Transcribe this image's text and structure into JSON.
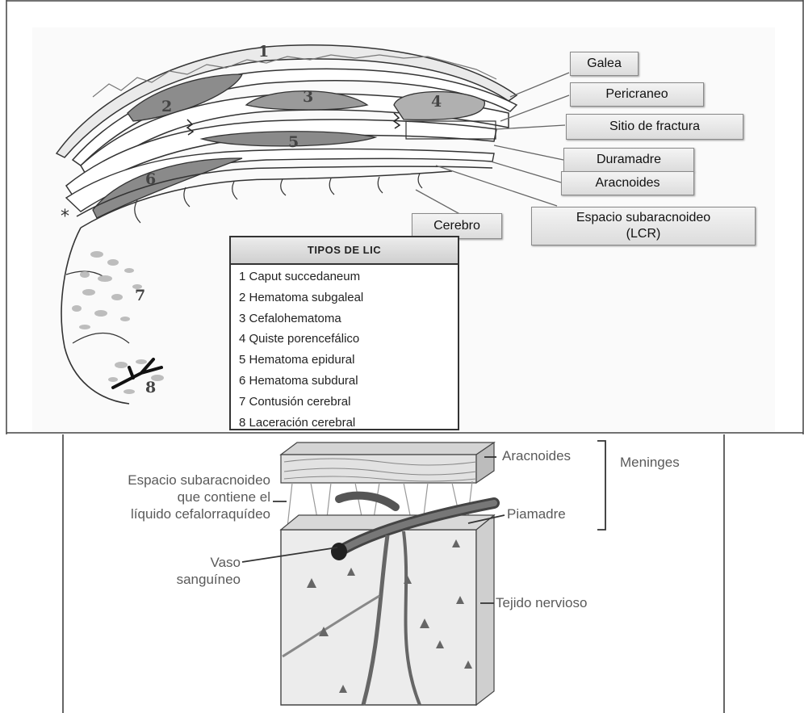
{
  "top_figure": {
    "labels": {
      "galea": "Galea",
      "pericraneo": "Pericraneo",
      "sitio_fractura": "Sitio de fractura",
      "duramadre": "Duramadre",
      "aracnoides": "Aracnoides",
      "espacio_line1": "Espacio subaracnoideo",
      "espacio_line2": "(LCR)",
      "cerebro": "Cerebro"
    },
    "region_numbers": [
      "1",
      "2",
      "3",
      "4",
      "5",
      "6",
      "7",
      "8"
    ],
    "asterisk": "*",
    "table": {
      "title": "TIPOS DE LIC",
      "items": [
        "1 Caput succedaneum",
        "2 Hematoma subgaleal",
        "3 Cefalohematoma",
        "4 Quiste porencefálico",
        "5 Hematoma epidural",
        "6 Hematoma subdural",
        "7 Contusión cerebral",
        "8 Laceración cerebral"
      ]
    }
  },
  "bottom_figure": {
    "labels": {
      "espacio_l1": "Espacio subaracnoideo",
      "espacio_l2": "que contiene el",
      "espacio_l3": "líquido cefalorraquídeo",
      "vaso_l1": "Vaso",
      "vaso_l2": "sanguíneo",
      "aracnoides": "Aracnoides",
      "piamadre": "Piamadre",
      "meninges": "Meninges",
      "tejido": "Tejido nervioso"
    }
  }
}
